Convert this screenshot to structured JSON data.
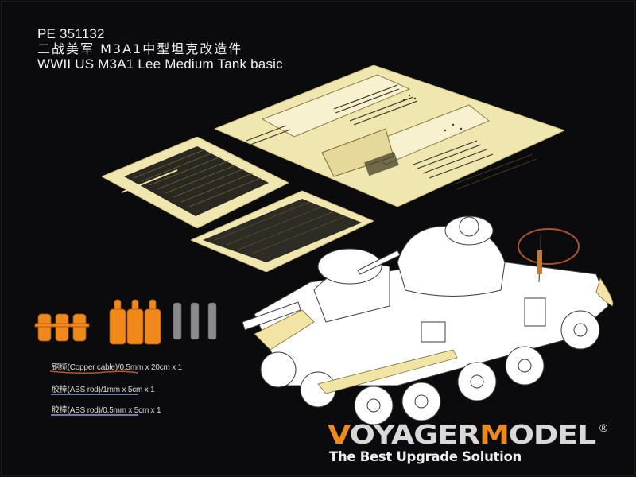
{
  "header": {
    "product_code": "PE 351132",
    "title_cn": "二战美军 M3A1中型坦克改造件",
    "title_en": "WWII US M3A1 Lee Medium Tank basic"
  },
  "parts_legend": [
    {
      "label": "铜缆(Copper cable)/0.5mm x 20cm x 1",
      "color": "#b9552a"
    },
    {
      "label": "胶棒(ABS rod)/1mm x 5cm x 1",
      "color": "#6f7aa6"
    },
    {
      "label": "胶棒(ABS rod)/0.5mm x 5cm x 1",
      "color": "#6f7aa6"
    }
  ],
  "resin_parts": {
    "orange_short_count": 3,
    "orange_tall_count": 3,
    "grey_springs_count": 3,
    "orange_color": "#f0891c",
    "grey_color": "#8a8a8a"
  },
  "brand": {
    "logo_part1_accent": "V",
    "logo_part2": "OYAGER",
    "logo_part3_accent": "M",
    "logo_part4": "ODEL",
    "registered": "®",
    "slogan": "The Best Upgrade Solution",
    "accent_color": "#f0891c",
    "text_color": "#d9d9d9"
  },
  "colors": {
    "background": "#0b0b0d",
    "brass": "#efe6b0",
    "tank_fill": "#ffffff"
  }
}
